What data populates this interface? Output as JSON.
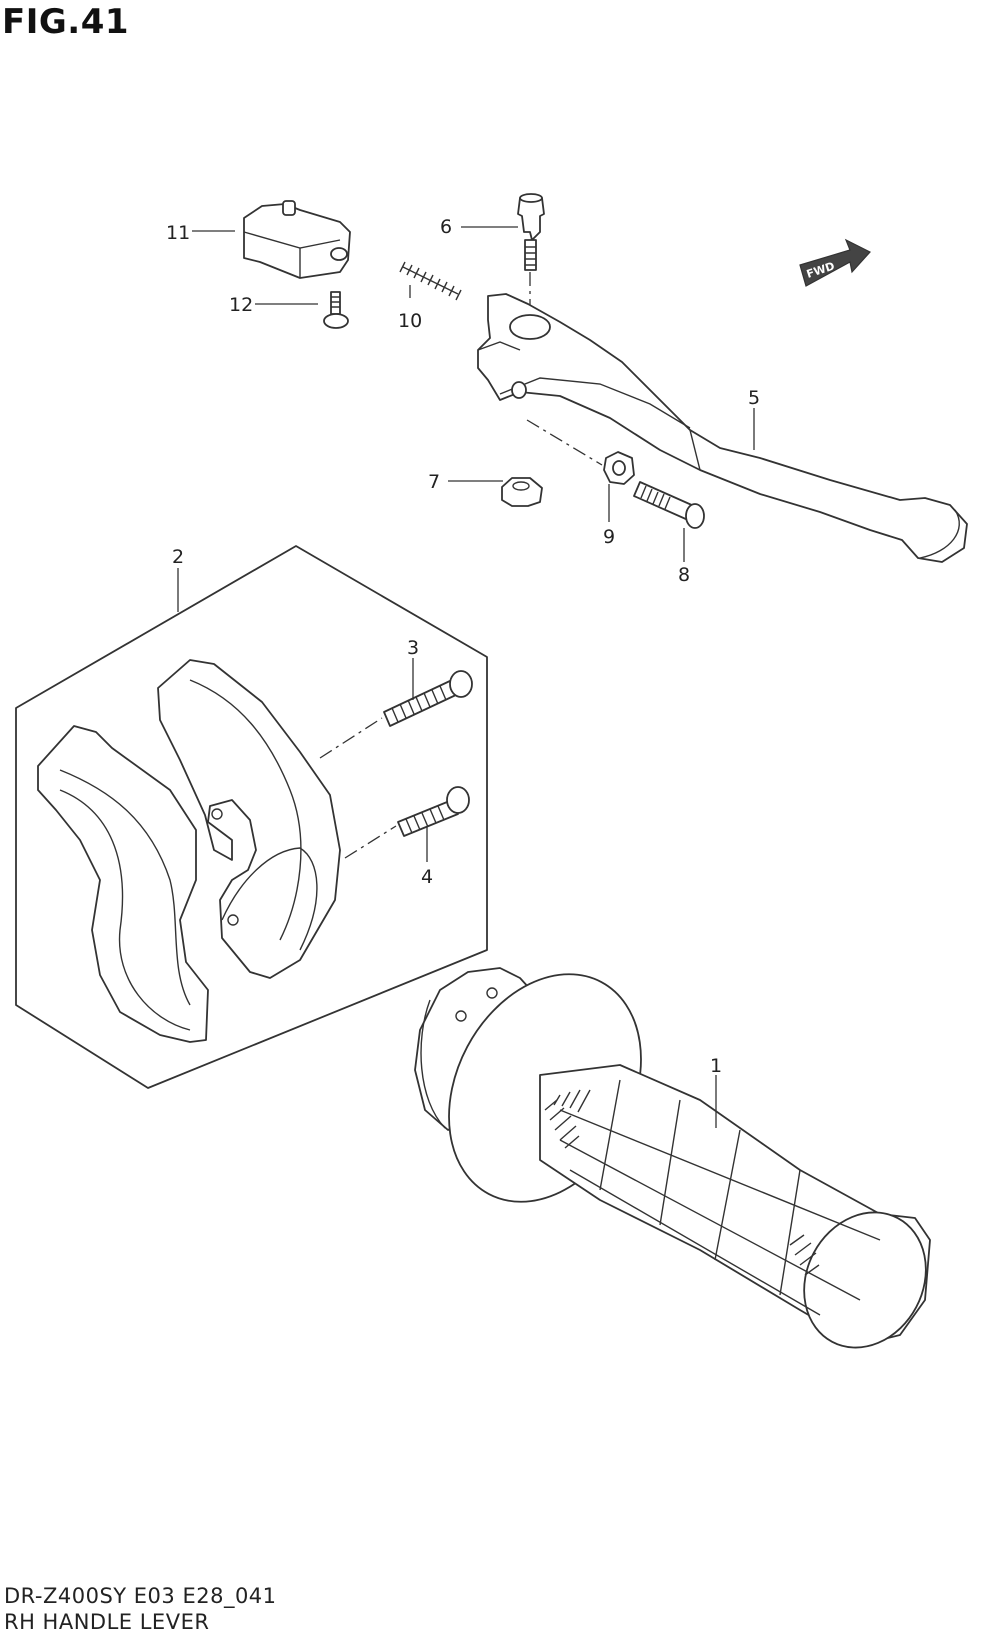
{
  "figure": {
    "title": "FIG.41",
    "model_code": "DR-Z400SY E03 E28_041",
    "section_title": "RH HANDLE LEVER",
    "fwd_label": "FWD"
  },
  "callouts": [
    {
      "number": "1",
      "part": "grip"
    },
    {
      "number": "2",
      "part": "clamp-set"
    },
    {
      "number": "3",
      "part": "bolt"
    },
    {
      "number": "4",
      "part": "bolt"
    },
    {
      "number": "5",
      "part": "lever"
    },
    {
      "number": "6",
      "part": "pivot-bolt"
    },
    {
      "number": "7",
      "part": "cap-nut"
    },
    {
      "number": "8",
      "part": "screw"
    },
    {
      "number": "9",
      "part": "nut"
    },
    {
      "number": "10",
      "part": "spring"
    },
    {
      "number": "11",
      "part": "switch"
    },
    {
      "number": "12",
      "part": "screw"
    }
  ]
}
